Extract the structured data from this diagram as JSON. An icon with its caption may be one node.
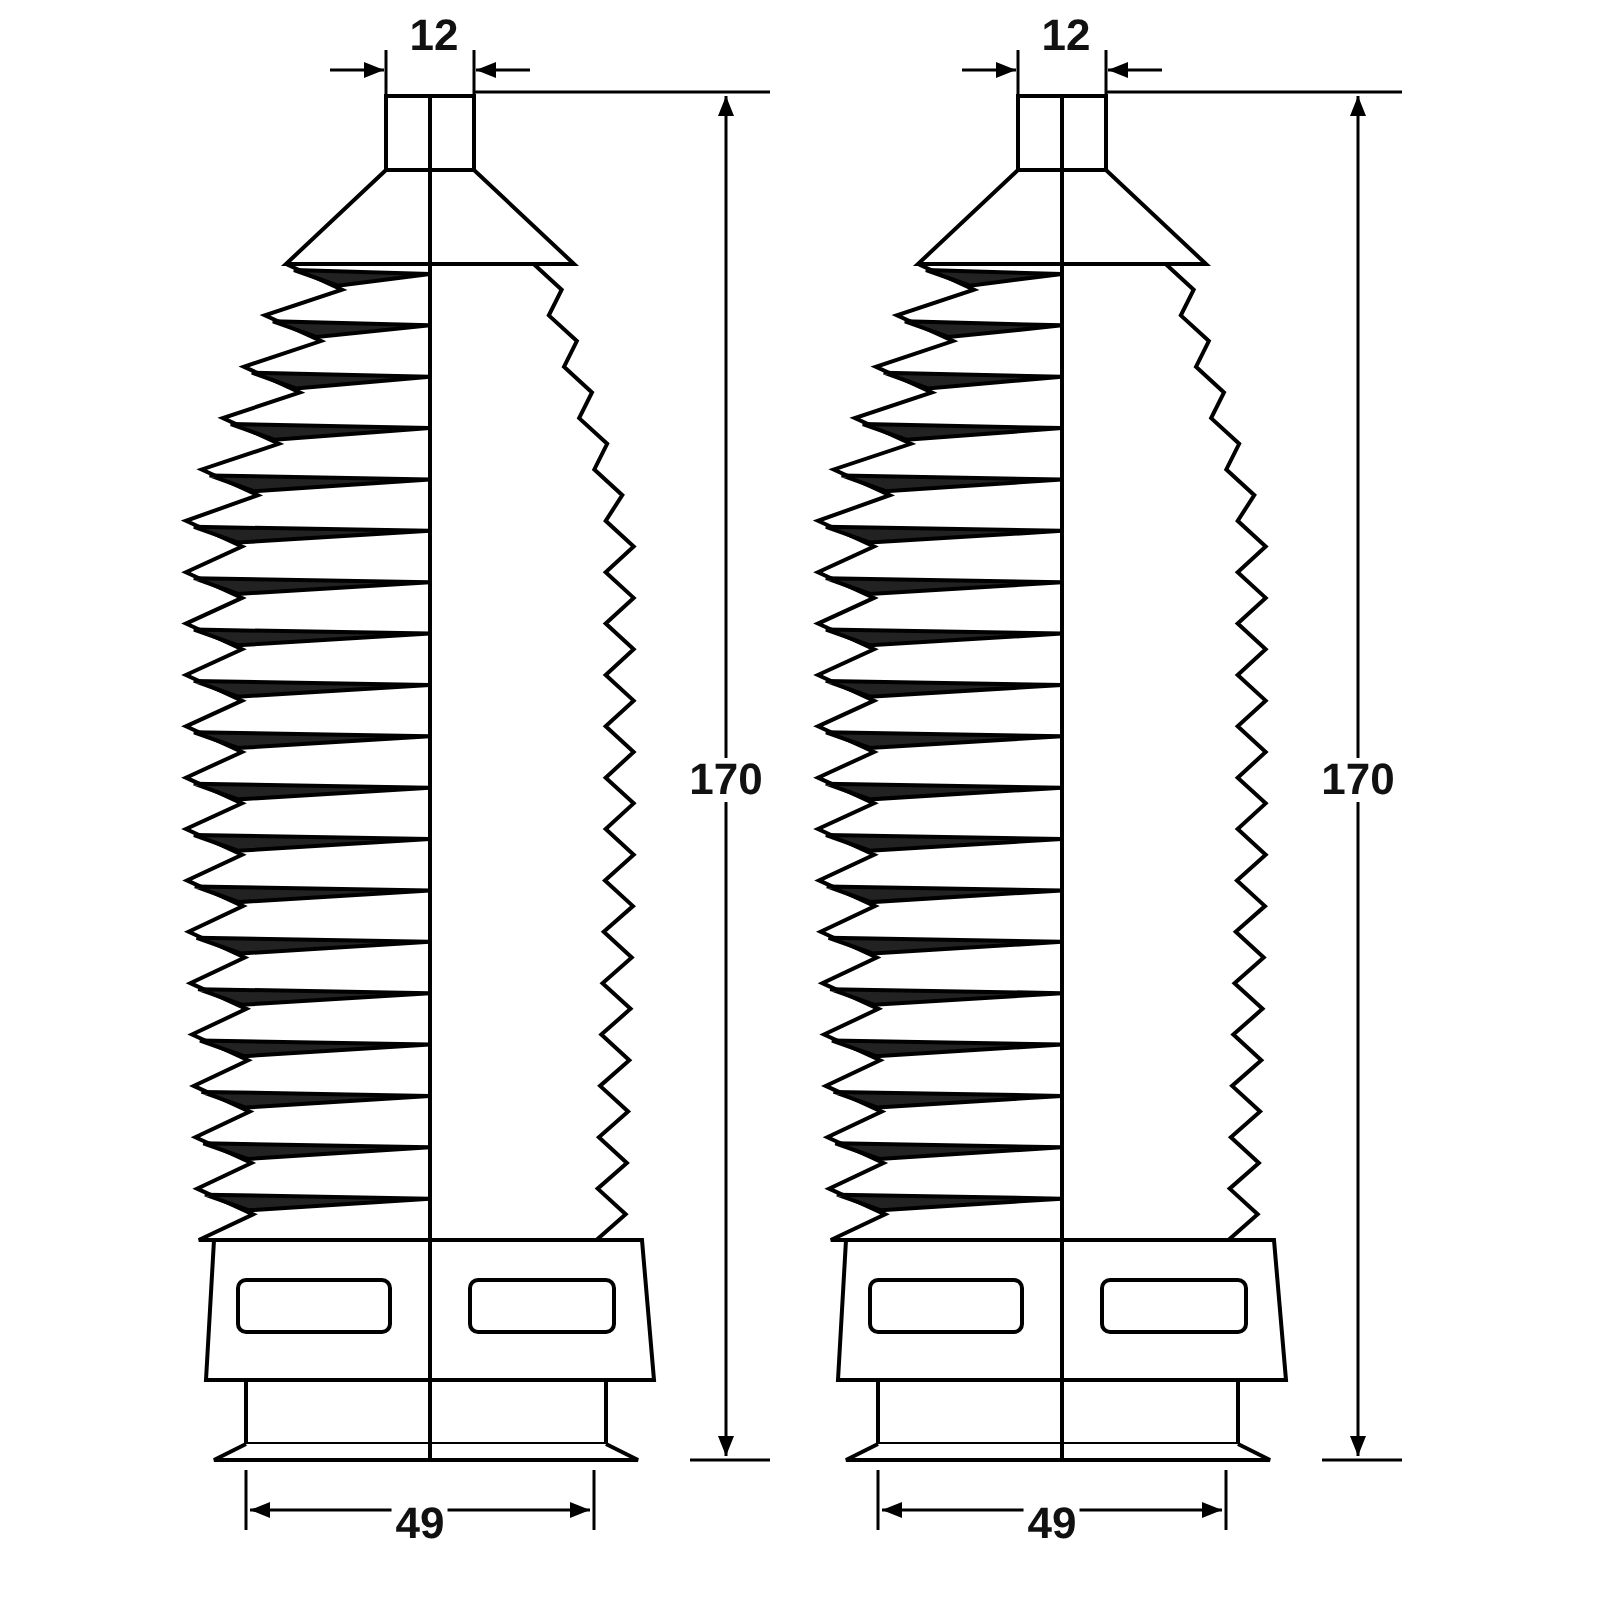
{
  "diagram": {
    "labels": [
      "12",
      "170",
      "49",
      "12",
      "170",
      "49"
    ]
  }
}
